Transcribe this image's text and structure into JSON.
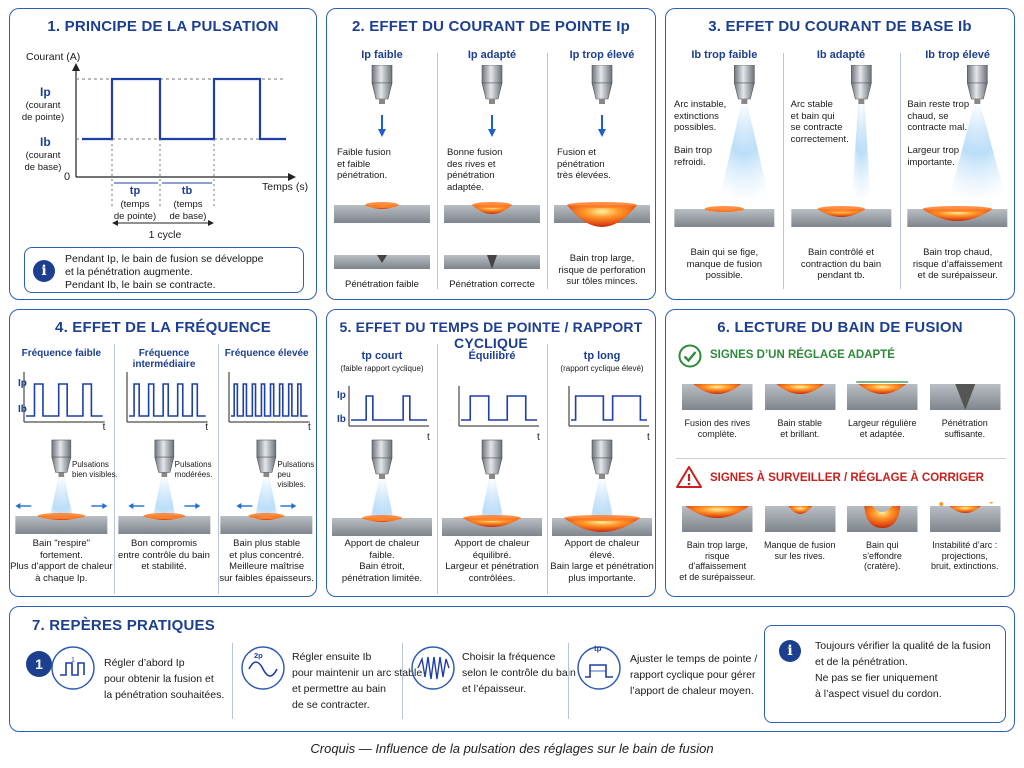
{
  "panel1": {
    "title": "1. PRINCIPE DE LA PULSATION",
    "y_axis": "Courant (A)",
    "ip_label": "Ip",
    "ip_sub": "(courant\nde pointe)",
    "ib_label": "Ib",
    "ib_sub": "(courant\nde base)",
    "zero": "0",
    "x_axis": "Temps (s)",
    "tp": "tp",
    "tp_sub": "(temps\nde pointe)",
    "tb": "tb",
    "tb_sub": "(temps\nde base)",
    "cycle": "1 cycle",
    "info_line1": "Pendant Ip, le bain de fusion se développe",
    "info_line2": "et la pénétration augmente.",
    "info_line3": "Pendant Ib, le bain se contracte."
  },
  "panel2": {
    "title": "2. EFFET DU COURANT DE POINTE Ip",
    "cols": [
      {
        "head": "Ip faible",
        "text": "Faible fusion\net faible\npénétration.",
        "bottom": "Pénétration faible"
      },
      {
        "head": "Ip adapté",
        "text": "Bonne fusion\ndes rives et\npénétration\nadaptée.",
        "bottom": "Pénétration correcte"
      },
      {
        "head": "Ip trop élevé",
        "text": "Fusion et\npénétration\ntrès élevées.",
        "bottom": "Bain trop large,\nrisque de perforation\nsur tôles minces."
      }
    ]
  },
  "panel3": {
    "title": "3. EFFET DU COURANT DE BASE Ib",
    "cols": [
      {
        "head": "Ib trop faible",
        "text": "Arc instable,\nextinctions\npossibles.\n\nBain trop\nrefroidi.",
        "bottom": "Bain qui se fige,\nmanque de fusion\npossible."
      },
      {
        "head": "Ib adapté",
        "text": "Arc stable\net bain qui\nse contracte\ncorrectement.",
        "bottom": "Bain contrôlé et\ncontraction du bain\npendant tb."
      },
      {
        "head": "Ib trop élevé",
        "text": "Bain reste trop\nchaud, se\ncontracte mal.\n\nLargeur trop\nimportante.",
        "bottom": "Bain trop chaud,\nrisque d’affaissement\net de surépaisseur."
      }
    ]
  },
  "panel4": {
    "title": "4. EFFET DE LA FRÉQUENCE",
    "ip": "Ip",
    "ib": "Ib",
    "t": "t",
    "cols": [
      {
        "head": "Fréquence faible",
        "note": "Pulsations\nbien visibles.",
        "bottom": "Bain \"respire\"\nfortement.\nPlus d’apport de chaleur\nà chaque Ip."
      },
      {
        "head": "Fréquence intermédiaire",
        "note": "Pulsations\nmodérées.",
        "bottom": "Bon compromis\nentre contrôle du bain\net stabilité."
      },
      {
        "head": "Fréquence élevée",
        "note": "Pulsations\npeu visibles.",
        "bottom": "Bain plus stable\net plus concentré.\nMeilleure maîtrise\nsur faibles épaisseurs."
      }
    ]
  },
  "panel5": {
    "title": "5. EFFET DU TEMPS DE POINTE / RAPPORT CYCLIQUE",
    "ip": "Ip",
    "ib": "Ib",
    "t": "t",
    "cols": [
      {
        "head": "tp court",
        "sub": "(faible rapport cyclique)",
        "bottom": "Apport de chaleur\nfaible.\nBain étroit,\npénétration limitée."
      },
      {
        "head": "Équilibré",
        "sub": "",
        "bottom": "Apport de chaleur\néquilibré.\nLargeur et pénétration\ncontrôlées."
      },
      {
        "head": "tp long",
        "sub": "(rapport cyclique élevé)",
        "bottom": "Apport de chaleur\nélevé.\nBain large et pénétration\nplus importante."
      }
    ]
  },
  "panel6": {
    "title": "6. LECTURE DU BAIN DE FUSION",
    "good_head": "SIGNES D’UN RÉGLAGE ADAPTÉ",
    "good": [
      "Fusion des rives\ncomplète.",
      "Bain stable\net brillant.",
      "Largeur régulière\net adaptée.",
      "Pénétration\nsuffisante."
    ],
    "bad_head": "SIGNES À SURVEILLER / RÉGLAGE À CORRIGER",
    "bad": [
      "Bain trop large,\nrisque d’affaissement\net de surépaisseur.",
      "Manque de fusion\nsur les rives.",
      "Bain qui\ns’effondre\n(cratère).",
      "Instabilité d’arc :\nprojections,\nbruit, extinctions."
    ]
  },
  "panel7": {
    "title": "7. REPÈRES PRATIQUES",
    "step1_num": "1",
    "step1_icon_label": "1",
    "step1": "Régler d’abord Ip\npour obtenir la fusion et\nla pénétration souhaitées.",
    "step2_icon_label": "2p",
    "step2": "Régler ensuite Ib\npour maintenir un arc stable\net permettre au bain\nde se contracter.",
    "step3": "Choisir la fréquence\nselon le contrôle du bain\net l’épaisseur.",
    "step4_icon_label": "tp",
    "step4": "Ajuster le temps de pointe /\nrapport cyclique pour gérer\nl’apport de chaleur moyen.",
    "info": "Toujours vérifier la qualité de la fusion\net de la pénétration.\nNe pas se fier uniquement\nà l’aspect visuel du cordon."
  },
  "caption": "Croquis — Influence de la pulsation des réglages sur le bain de fusion",
  "colors": {
    "accent": "#1d3f8f",
    "border": "#2f5fb3",
    "good": "#2e8b3a",
    "bad": "#c8201e",
    "molten": "#e8501a"
  }
}
